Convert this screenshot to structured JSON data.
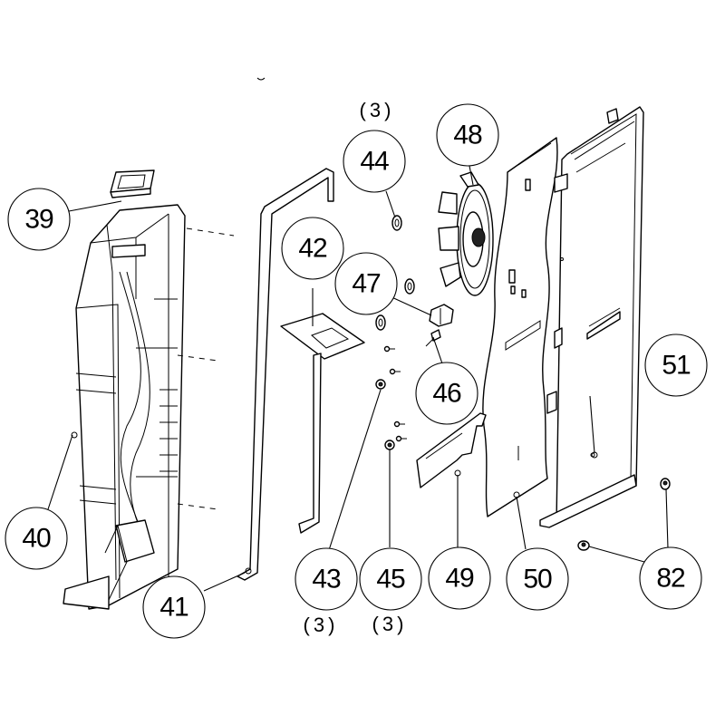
{
  "callouts": {
    "c39": "39",
    "c40": "40",
    "c41": "41",
    "c42": "42",
    "c43": "43",
    "c44": "44",
    "c45": "45",
    "c46": "46",
    "c47": "47",
    "c48": "48",
    "c49": "49",
    "c50": "50",
    "c51": "51",
    "c82": "82"
  },
  "quantities": {
    "q44": "(3)",
    "q43": "(3)",
    "q45": "(3)"
  }
}
